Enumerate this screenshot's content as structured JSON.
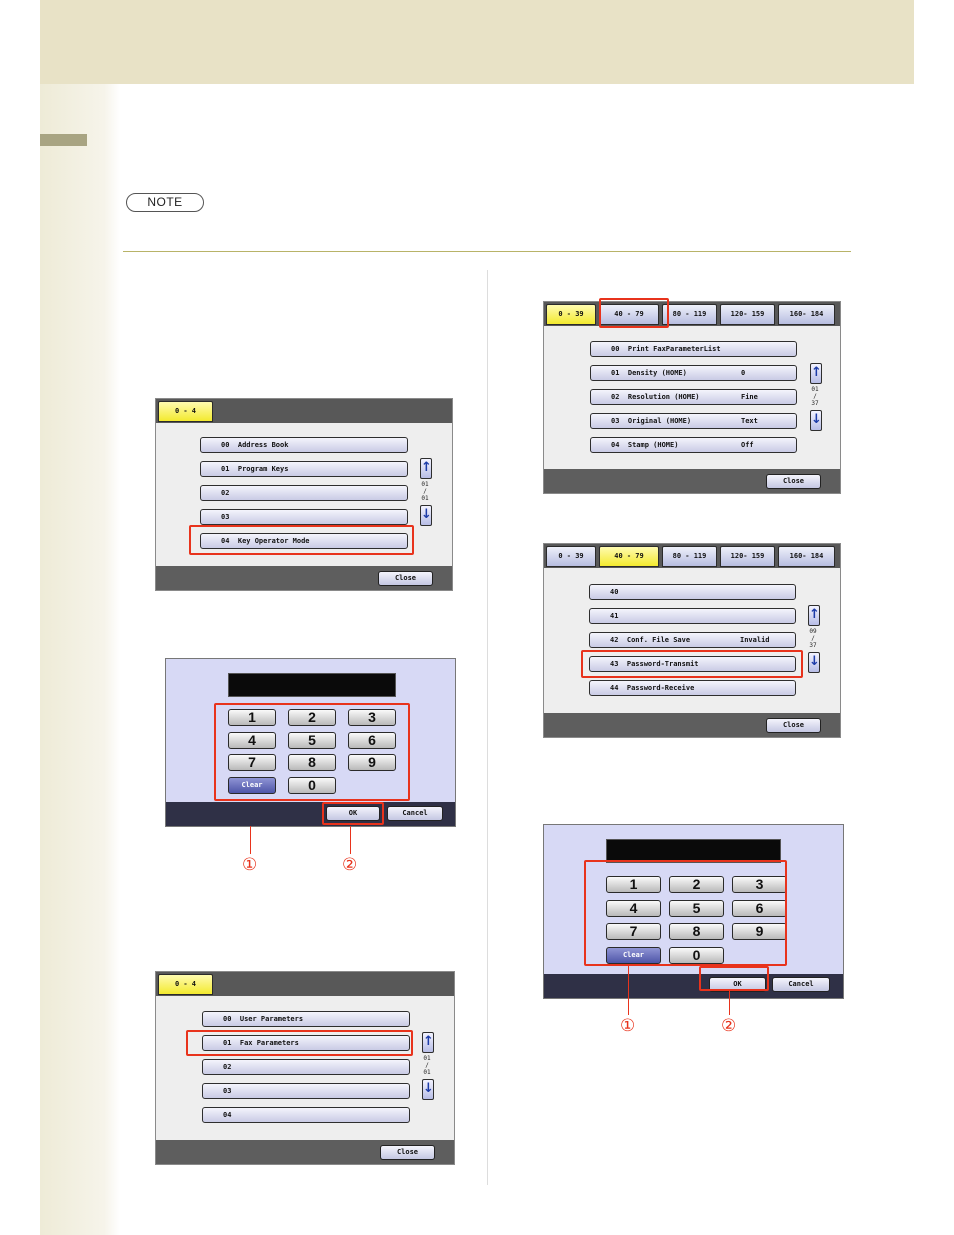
{
  "note_label": "NOTE",
  "screen1": {
    "tab": "0 - 4",
    "items": [
      "00  Address Book",
      "01  Program Keys",
      "02",
      "03",
      "04  Key Operator Mode"
    ],
    "page": [
      "01",
      "/",
      "01"
    ],
    "close": "Close"
  },
  "keypad": {
    "keys": [
      "1",
      "2",
      "3",
      "4",
      "5",
      "6",
      "7",
      "8",
      "9",
      "0"
    ],
    "clear": "Clear",
    "ok": "OK",
    "cancel": "Cancel",
    "callout1": "①",
    "callout2": "②"
  },
  "screen3": {
    "tab": "0 - 4",
    "items": [
      "00  User Parameters",
      "01  Fax Parameters",
      "02",
      "03",
      "04"
    ],
    "page": [
      "01",
      "/",
      "01"
    ],
    "close": "Close"
  },
  "screen4": {
    "tabs": [
      "0 - 39",
      "40 - 79",
      "80 - 119",
      "120- 159",
      "160- 184"
    ],
    "items": [
      {
        "label": "00  Print FaxParameterList",
        "value": ""
      },
      {
        "label": "01  Density (HOME)",
        "value": "0"
      },
      {
        "label": "02  Resolution (HOME)",
        "value": "Fine"
      },
      {
        "label": "03  Original (HOME)",
        "value": "Text"
      },
      {
        "label": "04  Stamp (HOME)",
        "value": "Off"
      }
    ],
    "page": [
      "01",
      "/",
      "37"
    ],
    "close": "Close"
  },
  "screen5": {
    "tabs": [
      "0 - 39",
      "40 - 79",
      "80 - 119",
      "120- 159",
      "160- 184"
    ],
    "items": [
      {
        "label": "40",
        "value": ""
      },
      {
        "label": "41",
        "value": ""
      },
      {
        "label": "42  Conf. File Save",
        "value": "Invalid"
      },
      {
        "label": "43  Password-Transmit",
        "value": ""
      },
      {
        "label": "44  Password-Receive",
        "value": ""
      }
    ],
    "page": [
      "09",
      "/",
      "37"
    ],
    "close": "Close"
  }
}
